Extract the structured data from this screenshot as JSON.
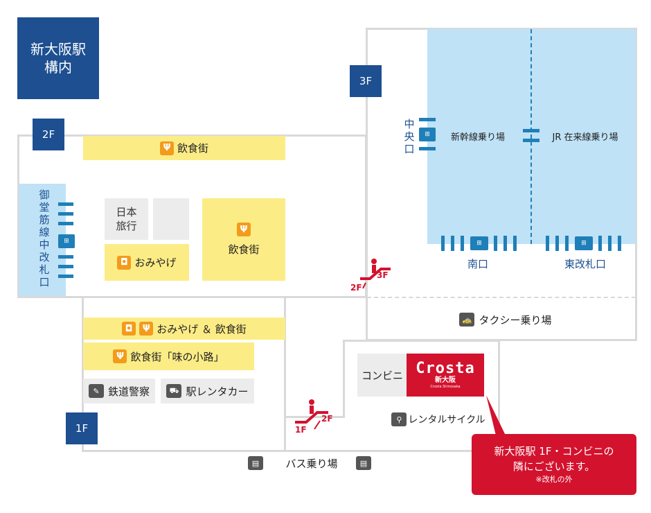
{
  "title": {
    "line1": "新大阪駅",
    "line2": "構内"
  },
  "floors": {
    "f3": "3F",
    "f2": "2F",
    "f1": "1F"
  },
  "areas": {
    "dining_top": "飲食街",
    "dining_right": "飲食街",
    "nihon_ryoko_1": "日本",
    "nihon_ryoko_2": "旅行",
    "omiyage": "おみやげ",
    "omiyage_dining": "おみやげ ＆ 飲食街",
    "aji_no_koji": "飲食街「味の小路」",
    "police": "鉄道警察",
    "rental_car": "駅レンタカー",
    "shinkansen": "新幹線乗り場",
    "jr_zairaisen": "JR 在来線乗り場",
    "south_gate": "南口",
    "east_gate": "東改札口",
    "central_gate": [
      "中",
      "央",
      "口"
    ],
    "midosuji_gate": [
      "御",
      "堂",
      "筋",
      "線",
      "中",
      "改",
      "札",
      "口"
    ],
    "taxi": "タクシー乗り場",
    "bus": "バス乗り場",
    "convenience": "コンビニ",
    "rental_cycle": "レンタルサイクル"
  },
  "escalators": {
    "upper": {
      "a": "3F",
      "b": "2F"
    },
    "lower": {
      "a": "2F",
      "b": "1F"
    }
  },
  "crosta": {
    "logo": "Crosta",
    "sub": "新大阪",
    "tiny": "Crosta Shinosaka"
  },
  "callout": {
    "line1": "新大阪駅 1F・コンビニの",
    "line2": "隣にございます。",
    "note": "※改札の外"
  },
  "colors": {
    "navy": "#1d4f91",
    "platform_blue": "#bfe2f6",
    "shop_yellow": "#fcec86",
    "icon_orange": "#f39b1b",
    "accent_red": "#d3122e",
    "gate_blue": "#1f7fb8"
  },
  "icons": [
    "fork-knife-icon",
    "shopping-bag-icon",
    "ticket-gate-icon",
    "taxi-icon",
    "bus-icon",
    "police-icon",
    "car-icon",
    "bicycle-icon",
    "escalator-icon"
  ]
}
